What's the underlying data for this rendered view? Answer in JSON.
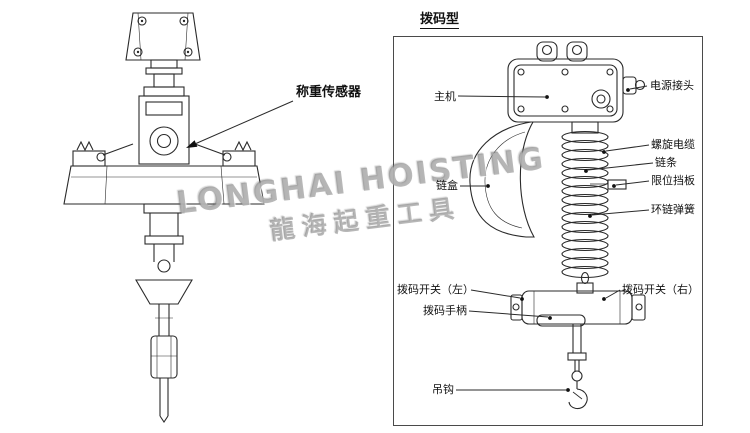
{
  "colors": {
    "line": "#2a2a2a",
    "watermark_gray": "#8a8a8a"
  },
  "left_figure": {
    "label_weighing_sensor": "称重传感器"
  },
  "right_figure": {
    "title": "拨码型",
    "labels": {
      "main_unit": "主机",
      "power_connector": "电源接头",
      "spiral_cable": "螺旋电缆",
      "chain": "链条",
      "limit_plate": "限位挡板",
      "chain_spring": "环链弹簧",
      "chain_box": "链盒",
      "dial_switch_left": "拨码开关（左）",
      "dial_switch_right": "拨码开关（右）",
      "dial_handle": "拨码手柄",
      "hook": "吊钩"
    }
  },
  "watermark": {
    "line1": "LONGHAI HOISTING",
    "line2": "龍海起重工具"
  }
}
